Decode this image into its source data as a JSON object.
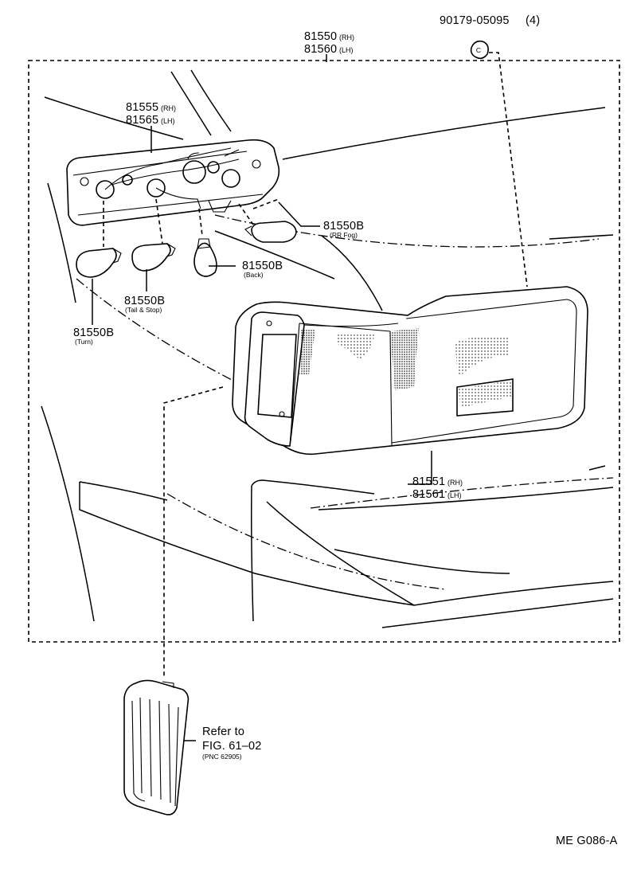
{
  "diagram": {
    "drawing_code": "ME G086-A",
    "clip": {
      "part": "90179-05095",
      "qty": "(4)",
      "mark": "C"
    },
    "lamp_assy": {
      "rh": "81550",
      "rh_tag": "(RH)",
      "lh": "81560",
      "lh_tag": "(LH)"
    },
    "socket_cord": {
      "rh": "81555",
      "rh_tag": "(RH)",
      "lh": "81565",
      "lh_tag": "(LH)"
    },
    "lens_body": {
      "rh": "81551",
      "rh_tag": "(RH)",
      "lh": "81561",
      "lh_tag": "(LH)"
    },
    "bulbs": [
      {
        "part": "81550B",
        "desc": "(RR Fog)"
      },
      {
        "part": "81550B",
        "desc": "(Back)"
      },
      {
        "part": "81550B",
        "desc": "(Tail & Stop)"
      },
      {
        "part": "81550B",
        "desc": "(Turn)"
      }
    ],
    "reference": {
      "line1": "Refer to",
      "line2": "FIG. 61–02",
      "line3": "(PNC 62905)"
    }
  }
}
